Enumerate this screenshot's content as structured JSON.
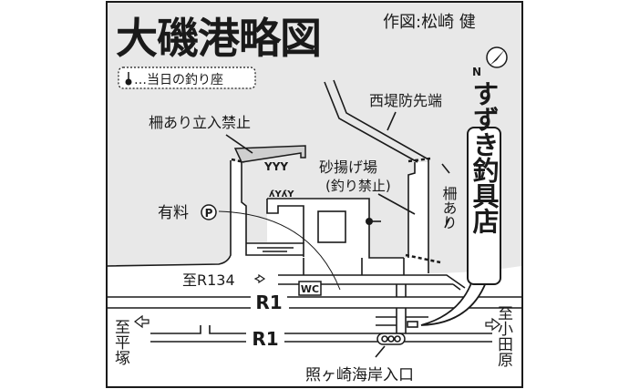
{
  "title": "大磯港略図",
  "credit": "作図:松崎 健",
  "legend": {
    "label": "…当日の釣り座",
    "icon": "fishing-spot-pin-icon"
  },
  "compass": {
    "label": "N"
  },
  "labels": {
    "fence_no_entry": "柵あり立入禁止",
    "west_breakwater_tip": "西堤防先端",
    "sand_yard": "砂揚げ場",
    "no_fishing": "(釣り禁止)",
    "fence": "柵あり",
    "paid_parking": "有料",
    "parking_icon": "P",
    "wc": "WC",
    "to_r134": "至R134",
    "road_r1_upper": "R1",
    "road_r1_lower": "R1",
    "to_hiratsuka": "至平塚",
    "to_odawara": "至小田原",
    "terugasaki_entrance": "照ヶ崎海岸入口",
    "shop": "すずき釣具店"
  },
  "colors": {
    "sea": "#e8e8e8",
    "land": "#ffffff",
    "ink": "#1a1a1a",
    "fenced_area": "#cfcfcf"
  }
}
